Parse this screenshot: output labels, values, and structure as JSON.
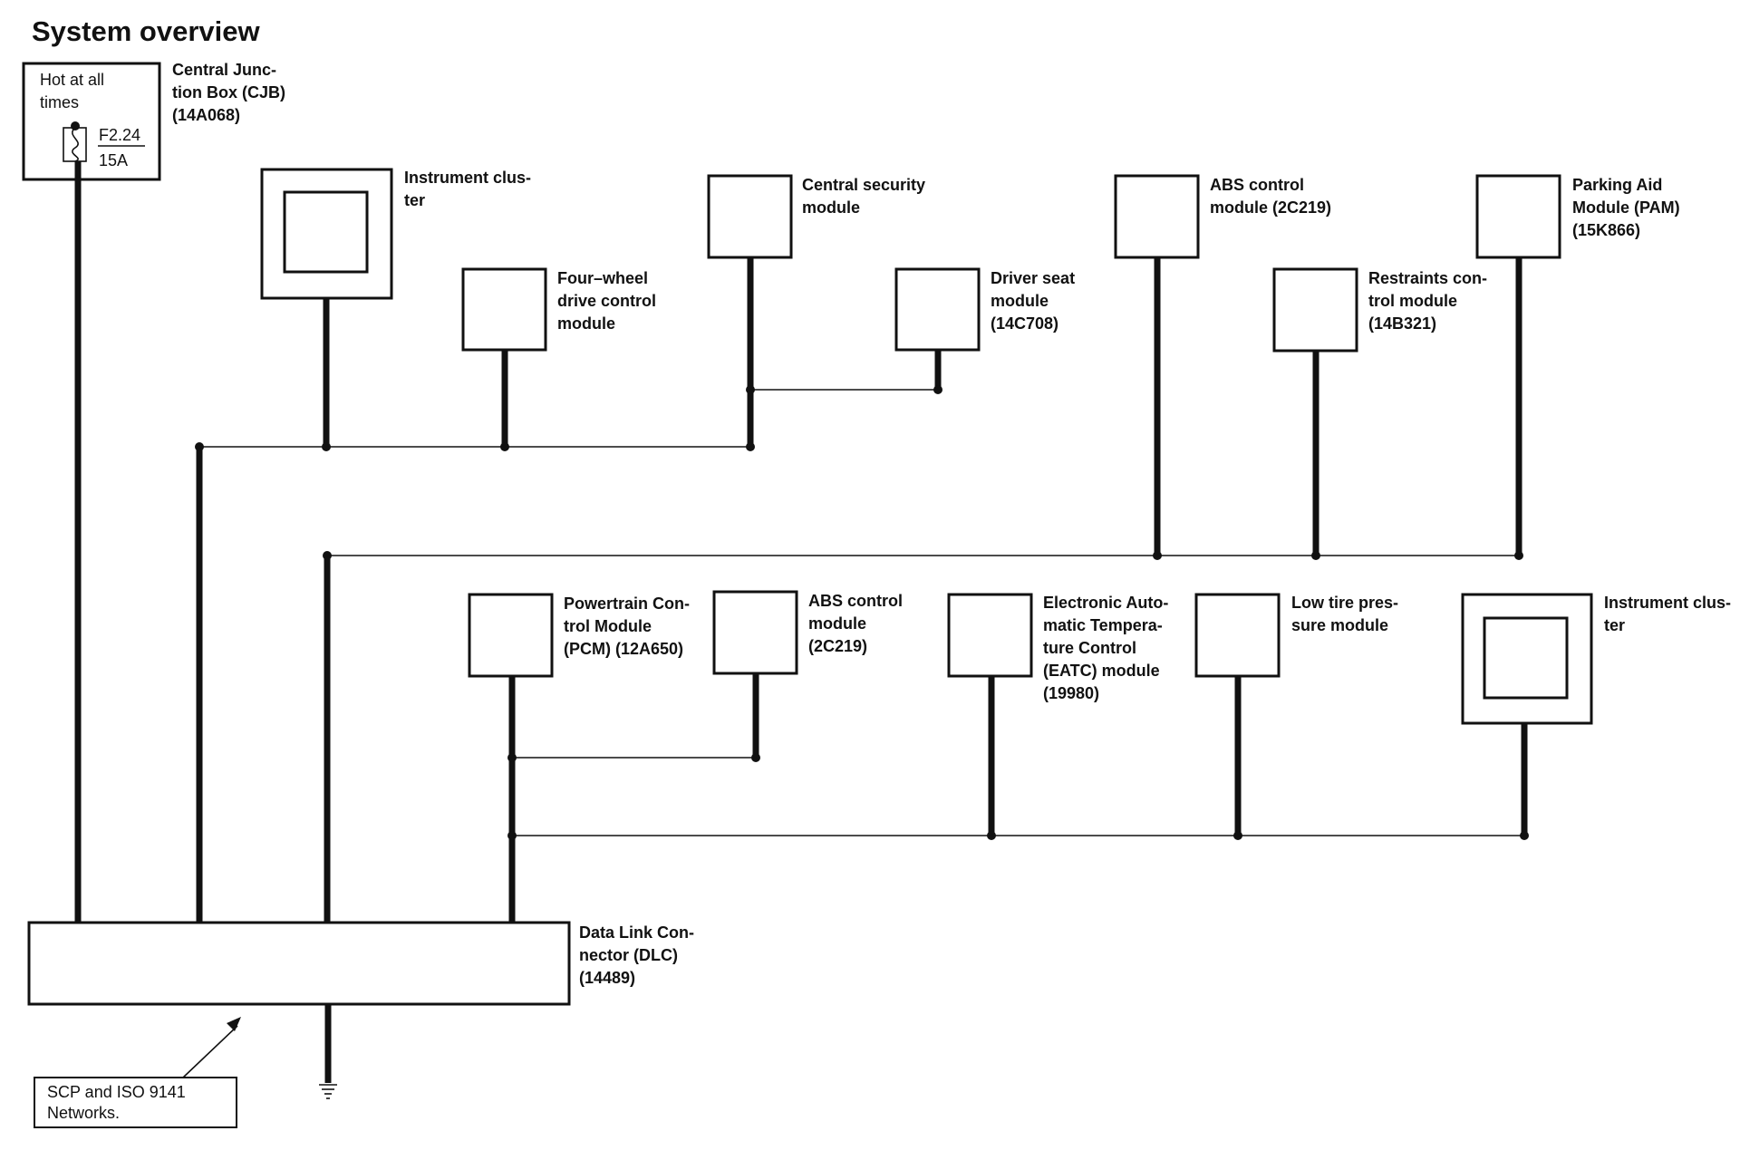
{
  "title": "System overview",
  "cjb": {
    "hot_line1": "Hot at all",
    "hot_line2": "times",
    "fuse_id": "F2.24",
    "fuse_rating": "15A",
    "label": [
      "Central Junc-",
      "tion Box (CJB)",
      "(14A068)"
    ]
  },
  "modules": {
    "instrument_cluster_top": [
      "Instrument clus-",
      "ter"
    ],
    "four_wheel_drive": [
      "Four–wheel",
      "drive control",
      "module"
    ],
    "central_security": [
      "Central security",
      "module"
    ],
    "driver_seat": [
      "Driver seat",
      "module",
      "(14C708)"
    ],
    "abs_top": [
      "ABS control",
      "module (2C219)"
    ],
    "restraints": [
      "Restraints con-",
      "trol module",
      "(14B321)"
    ],
    "parking_aid": [
      "Parking Aid",
      "Module (PAM)",
      "(15K866)"
    ],
    "pcm": [
      "Powertrain Con-",
      "trol Module",
      "(PCM) (12A650)"
    ],
    "abs_bottom": [
      "ABS control",
      "module",
      "(2C219)"
    ],
    "eatc": [
      "Electronic Auto-",
      "matic Tempera-",
      "ture Control",
      "(EATC) module",
      "(19980)"
    ],
    "low_tire": [
      "Low tire pres-",
      "sure module"
    ],
    "instrument_cluster_bottom": [
      "Instrument clus-",
      "ter"
    ]
  },
  "dlc": [
    "Data Link Con-",
    "nector (DLC)",
    "(14489)"
  ],
  "network_note": [
    "SCP and ISO 9141",
    "Networks."
  ]
}
